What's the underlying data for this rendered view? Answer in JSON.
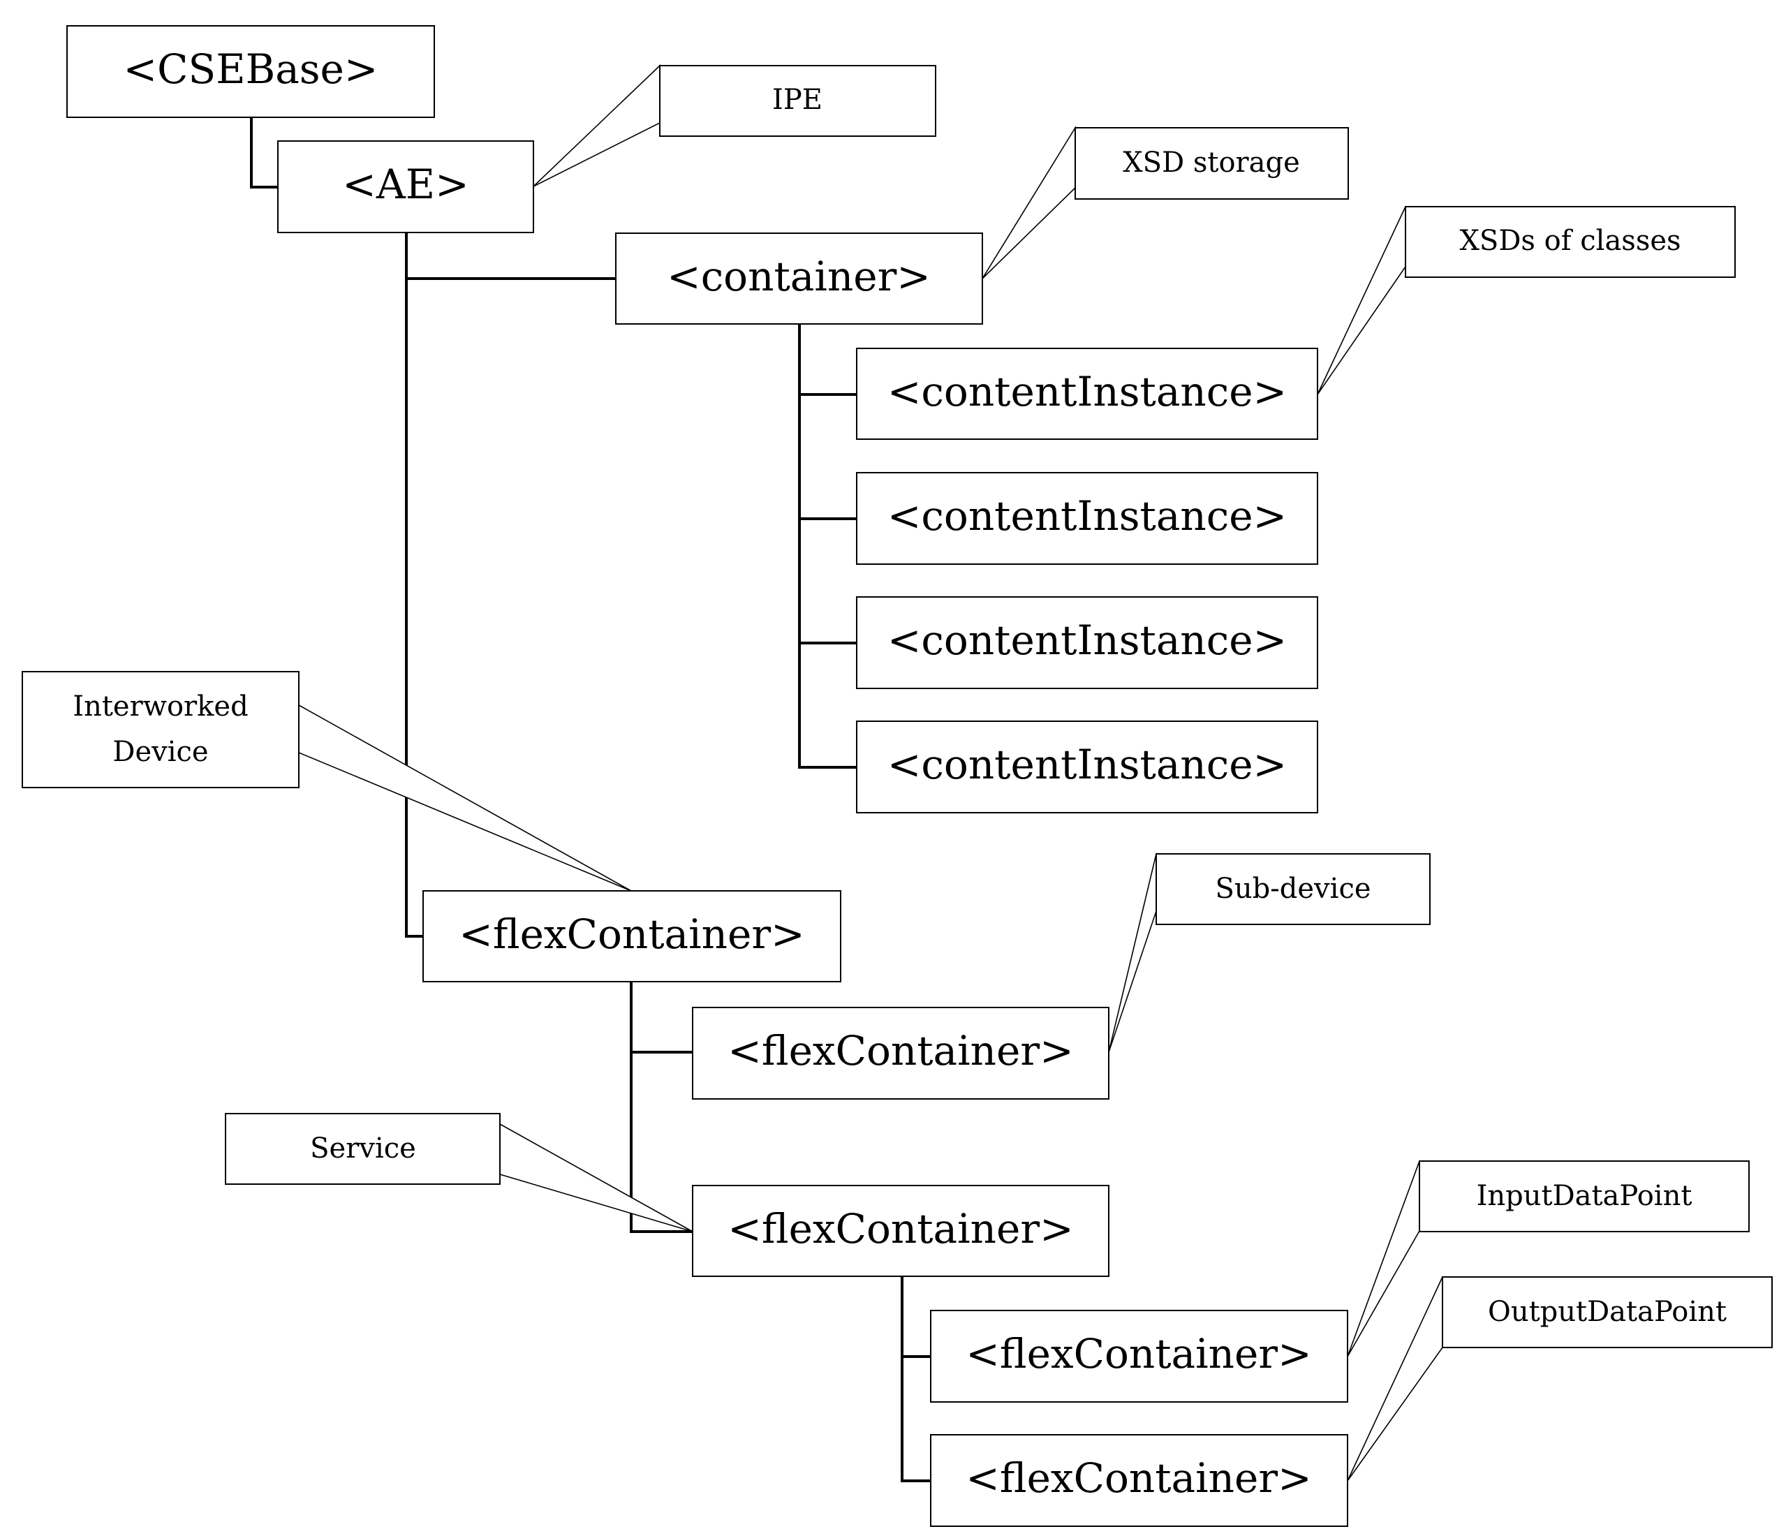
{
  "nodes": {
    "cse_base": "<CSEBase>",
    "ae": "<AE>",
    "container": "<container>",
    "content_instance_1": "<contentInstance>",
    "content_instance_2": "<contentInstance>",
    "content_instance_3": "<contentInstance>",
    "content_instance_4": "<contentInstance>",
    "flex_container_device": "<flexContainer>",
    "flex_container_subdevice": "<flexContainer>",
    "flex_container_service": "<flexContainer>",
    "flex_container_input": "<flexContainer>",
    "flex_container_output": "<flexContainer>"
  },
  "callouts": {
    "ipe": "IPE",
    "xsd_storage": "XSD storage",
    "xsds_of_classes": "XSDs of classes",
    "interworked_device_line1": "Interworked",
    "interworked_device_line2": "Device",
    "sub_device": "Sub-device",
    "service": "Service",
    "input_data_point": "InputDataPoint",
    "output_data_point": "OutputDataPoint"
  }
}
